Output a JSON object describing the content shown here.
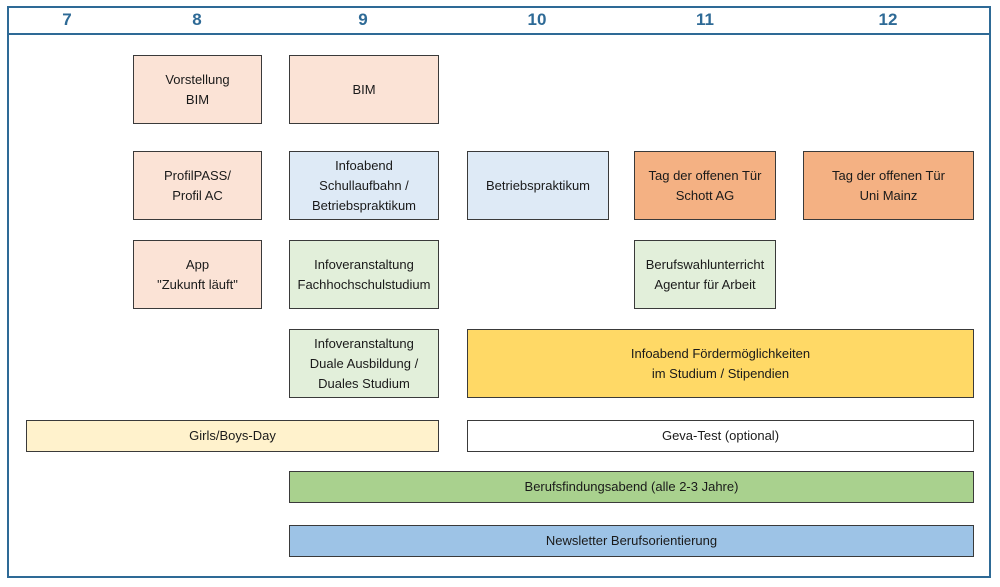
{
  "grades": [
    "7",
    "8",
    "9",
    "10",
    "11",
    "12"
  ],
  "boxes": {
    "vorstellung_bim": "Vorstellung\nBIM",
    "bim": "BIM",
    "profilpass": "ProfilPASS/\nProfil AC",
    "infoabend_schullaufbahn": "Infoabend\nSchullaufbahn /\nBetriebspraktikum",
    "betriebspraktikum": "Betriebspraktikum",
    "tag_offene_tuer_schott": "Tag der offenen Tür\nSchott AG",
    "tag_offene_tuer_uni": "Tag der offenen Tür\nUni Mainz",
    "app_zukunft": "App\n\"Zukunft läuft\"",
    "info_fachhochschul": "Infoveranstaltung\nFachhochschulstudium",
    "berufswahlunterricht": "Berufswahlunterricht\nAgentur für Arbeit",
    "info_duale": "Infoveranstaltung\nDuale Ausbildung /\nDuales Studium",
    "infoabend_foerder": "Infoabend Fördermöglichkeiten\nim Studium / Stipendien",
    "girls_boys_day": "Girls/Boys-Day",
    "geva_test": "Geva-Test (optional)",
    "berufsfindungsabend": "Berufsfindungsabend (alle 2-3 Jahre)",
    "newsletter": "Newsletter Berufsorientierung"
  },
  "colors": {
    "frame": "#2e6a96",
    "peach": "#fbe3d6",
    "blue": "#deeaf6",
    "orange": "#f4b183",
    "green": "#e2efda",
    "yellow": "#ffd966",
    "cream": "#fff2cc",
    "light_green": "#a9d18e",
    "light_blue": "#9dc3e6"
  }
}
